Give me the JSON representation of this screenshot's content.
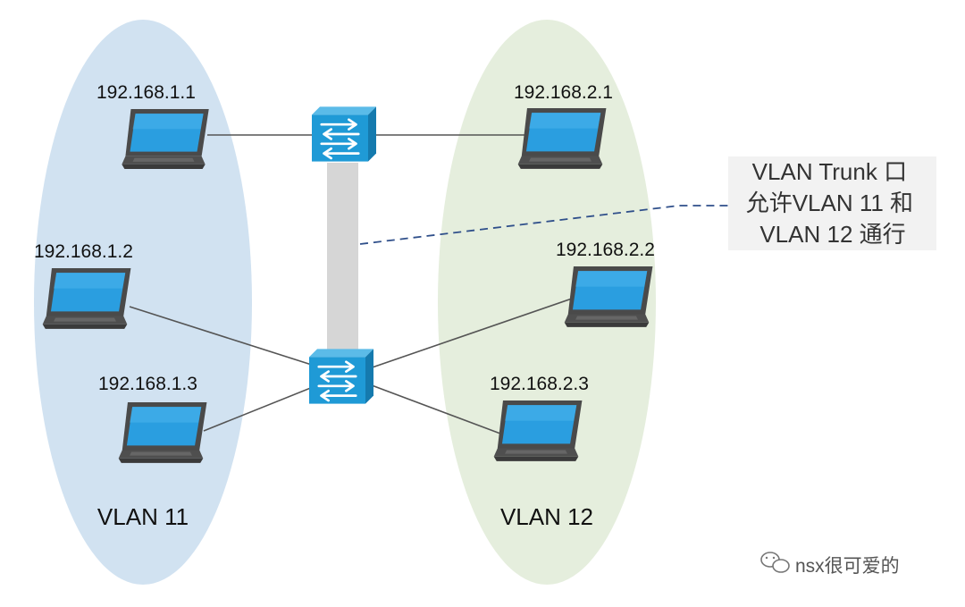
{
  "zones": {
    "vlan11": {
      "label": "VLAN 11",
      "color": "#d1e2f1"
    },
    "vlan12": {
      "label": "VLAN 12",
      "color": "#e5eedd"
    }
  },
  "hosts": {
    "h1": {
      "ip": "192.168.1.1"
    },
    "h2": {
      "ip": "192.168.1.2"
    },
    "h3": {
      "ip": "192.168.1.3"
    },
    "h4": {
      "ip": "192.168.2.1"
    },
    "h5": {
      "ip": "192.168.2.2"
    },
    "h6": {
      "ip": "192.168.2.3"
    }
  },
  "trunk_note": {
    "lines": [
      "VLAN Trunk 口",
      "允许VLAN 11 和",
      "VLAN 12 通行"
    ],
    "box_color": "#f2f2f2",
    "line_color": "#2f4f8a"
  },
  "watermark": {
    "text": "nsx很可爱的"
  },
  "colors": {
    "switch": "#1f9ad6",
    "switch_dark": "#157aae",
    "laptop_screen": "#2a9ee0",
    "laptop_body": "#555555",
    "trunk": "#d6d6d6",
    "link": "#555555"
  }
}
